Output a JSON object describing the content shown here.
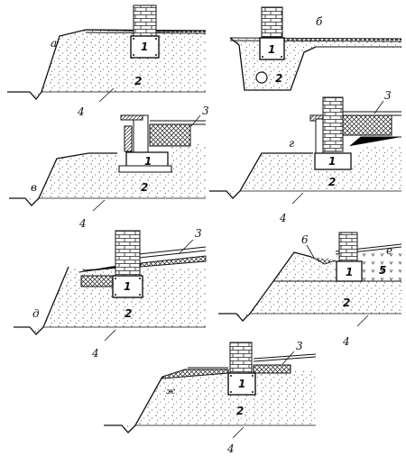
{
  "panels": [
    {
      "id": "a",
      "letter": "а",
      "labels": [
        "1",
        "2",
        "4"
      ]
    },
    {
      "id": "b",
      "letter": "б",
      "labels": [
        "1",
        "2"
      ]
    },
    {
      "id": "v",
      "letter": "в",
      "labels": [
        "1",
        "2",
        "3",
        "4"
      ]
    },
    {
      "id": "g",
      "letter": "г",
      "labels": [
        "1",
        "2",
        "3",
        "4"
      ]
    },
    {
      "id": "d",
      "letter": "д",
      "labels": [
        "1",
        "2",
        "3",
        "4"
      ]
    },
    {
      "id": "e",
      "letter": "е",
      "labels": [
        "1",
        "2",
        "4",
        "5",
        "6"
      ]
    },
    {
      "id": "zh",
      "letter": "ж",
      "labels": [
        "1",
        "2",
        "3",
        "4"
      ]
    }
  ],
  "colors": {
    "ink": "#111111",
    "paper": "#ffffff"
  }
}
